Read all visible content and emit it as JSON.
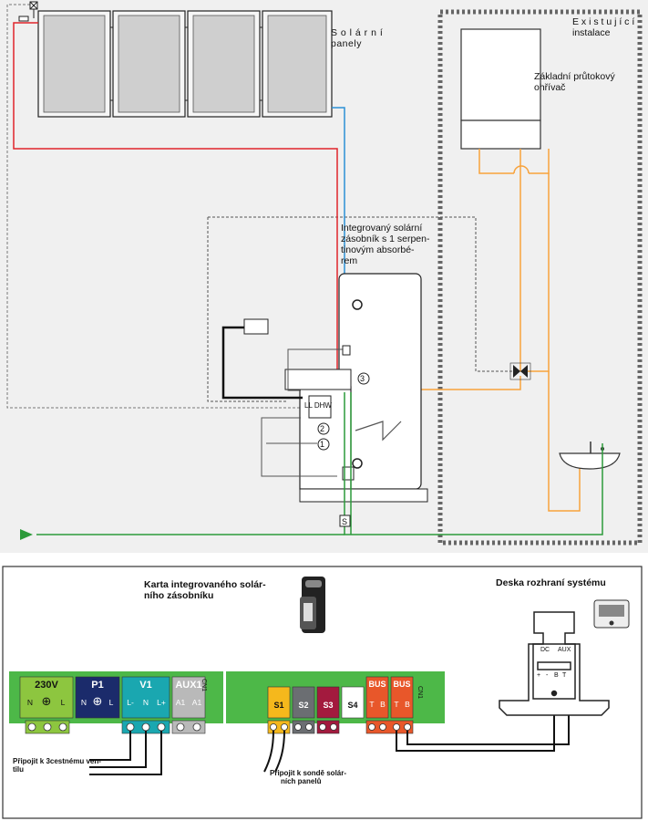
{
  "upper": {
    "solar_panels_label": [
      "S o l á r n í",
      "panely"
    ],
    "existing_label": [
      "E x i s t u j í c í",
      "instalace"
    ],
    "heater_label": [
      "Základní průtokový",
      "ohřívač"
    ],
    "tank_label": [
      "Integrovaný solární",
      "zásobník s 1 serpen-",
      "tinovým absorbé-",
      "rem"
    ],
    "tank_panel_text": "LL DHW",
    "markers": [
      "1",
      "2",
      "3"
    ],
    "sensor_label": "S"
  },
  "lower": {
    "card_title": [
      "Karta integrovaného solár-",
      "ního zásobníku"
    ],
    "interface_title": "Deska rozhraní systému",
    "connector_left": "CN1",
    "connector_right": "CN1",
    "terminals_left": [
      {
        "title": "230V",
        "pins": [
          "N",
          "⊕",
          "L"
        ],
        "color": "#8dc63f"
      },
      {
        "title": "P1",
        "pins": [
          "N",
          "⊕",
          "L"
        ],
        "color": "#1b2b6b"
      },
      {
        "title": "V1",
        "pins": [
          "L-",
          "N",
          "L+"
        ],
        "color": "#1aa7b0"
      },
      {
        "title": "AUX1",
        "pins": [
          "A1",
          "A1"
        ],
        "color": "#b9b9b9"
      }
    ],
    "terminals_right": [
      {
        "title": "S1",
        "color": "#f5b81c"
      },
      {
        "title": "S2",
        "color": "#6b6e72"
      },
      {
        "title": "S3",
        "color": "#a31a3e"
      },
      {
        "title": "S4",
        "color": "#ffffff"
      },
      {
        "title": "BUS",
        "pins": [
          "T",
          "B"
        ],
        "color": "#e8572a"
      },
      {
        "title": "BUS",
        "pins": [
          "T",
          "B"
        ],
        "color": "#e8572a"
      }
    ],
    "note_valve": [
      "Připojit k 3cestnému ven-",
      "tilu"
    ],
    "note_sensor": [
      "Připojit k sondě solár-",
      "ních panelů"
    ],
    "interface_pins_top": [
      "DC",
      "AUX"
    ],
    "interface_pins_bottom": [
      "+",
      "-",
      "B",
      "T"
    ]
  },
  "colors": {
    "hot": "#e0242b",
    "cold": "#2a8fd6",
    "warm": "#f7a23b",
    "green": "#2c9a3a",
    "board": "#4db848"
  }
}
